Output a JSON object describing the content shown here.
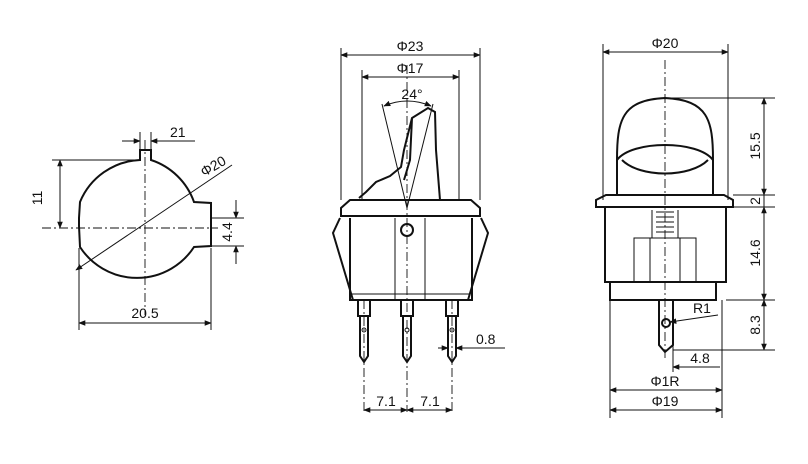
{
  "front_view": {
    "width": "21",
    "diameter": "Φ20",
    "height": "11",
    "notch": "4.4",
    "overall_width": "20.5"
  },
  "side_view": {
    "flange_diameter": "Φ23",
    "inner_diameter": "Φ17",
    "angle": "24°",
    "pin_thickness": "0.8",
    "pitch_left": "7.1",
    "pitch_right": "7.1"
  },
  "profile_view": {
    "top_diameter": "Φ20",
    "rocker_height": "15.5",
    "flange_height": "2",
    "body_height": "14.6",
    "terminal_height": "8.3",
    "radius": "R1",
    "terminal_width": "4.8",
    "hole_diameter": "Φ1R",
    "body_diameter": "Φ19"
  }
}
